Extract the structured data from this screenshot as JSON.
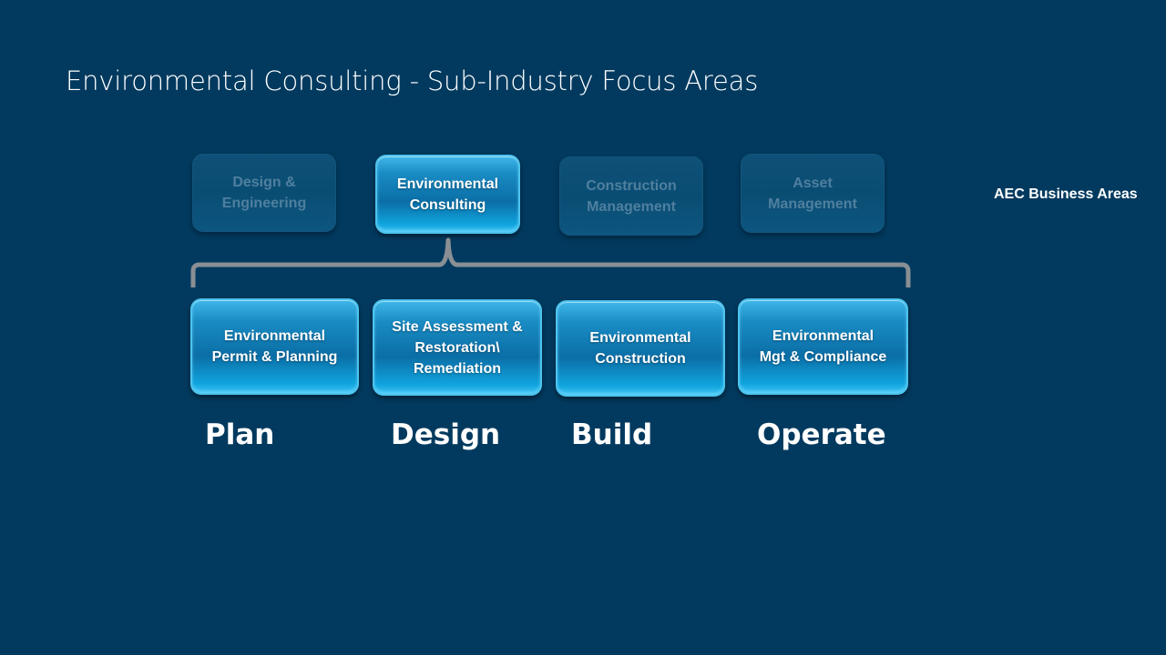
{
  "title": "Environmental Consulting - Sub-Industry Focus Areas",
  "side_label": "AEC Business Areas",
  "business_areas": [
    {
      "label": "Design &\nEngineering",
      "state": "dim"
    },
    {
      "label": "Environmental\nConsulting",
      "state": "active"
    },
    {
      "label": "Construction\nManagement",
      "state": "dim"
    },
    {
      "label": "Asset\nManagement",
      "state": "dim"
    }
  ],
  "focus_areas": [
    {
      "label": "Environmental\nPermit & Planning"
    },
    {
      "label": "Site Assessment &\nRestoration\\\nRemediation"
    },
    {
      "label": "Environmental\nConstruction"
    },
    {
      "label": "Environmental\nMgt & Compliance"
    }
  ],
  "phases": [
    "Plan",
    "Design",
    "Build",
    "Operate"
  ],
  "colors": {
    "background": "#023a5f",
    "active_tile": "#1a8cc4",
    "dim_tile": "#0a4d73",
    "brace": "#8a8f94"
  }
}
